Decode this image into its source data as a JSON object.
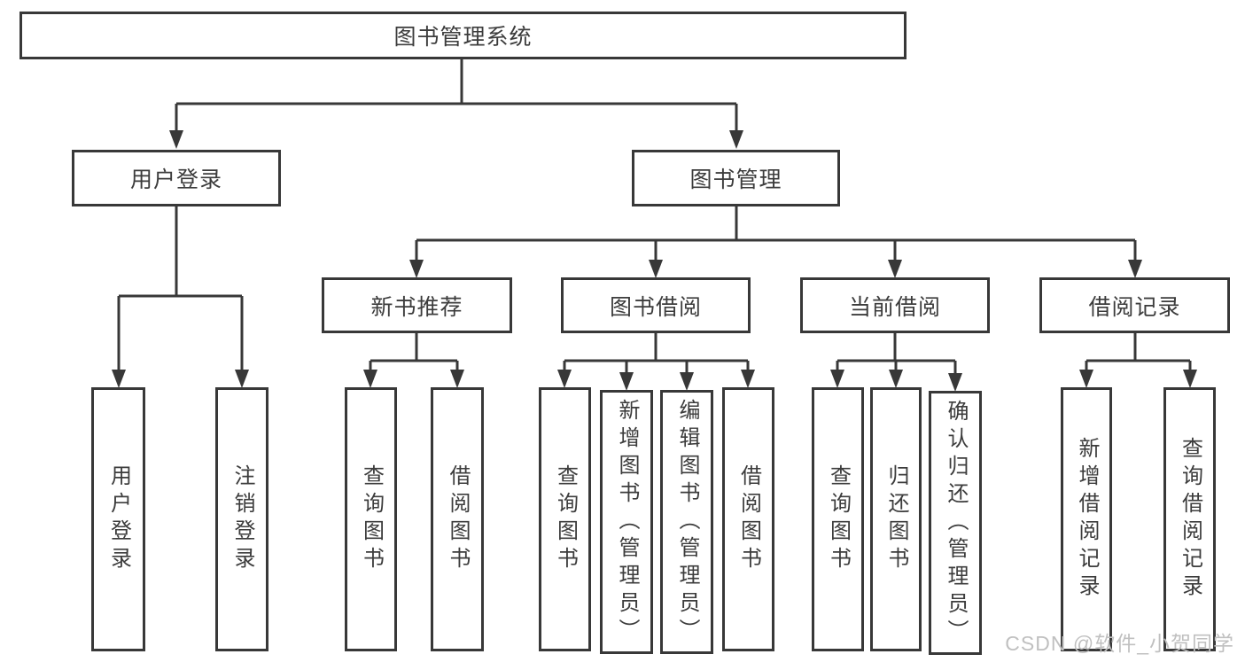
{
  "diagram": {
    "root": {
      "label": "图书管理系统"
    },
    "branches": [
      {
        "label": "用户登录",
        "children": [
          {
            "label": "用户登录"
          },
          {
            "label": "注销登录"
          }
        ]
      },
      {
        "label": "图书管理",
        "children": [
          {
            "label": "新书推荐",
            "children": [
              {
                "label": "查询图书"
              },
              {
                "label": "借阅图书"
              }
            ]
          },
          {
            "label": "图书借阅",
            "children": [
              {
                "label": "查询图书"
              },
              {
                "label": "新增图书（管理员）"
              },
              {
                "label": "编辑图书（管理员）"
              },
              {
                "label": "借阅图书"
              }
            ]
          },
          {
            "label": "当前借阅",
            "children": [
              {
                "label": "查询图书"
              },
              {
                "label": "归还图书"
              },
              {
                "label": "确认归还（管理员）"
              }
            ]
          },
          {
            "label": "借阅记录",
            "children": [
              {
                "label": "新增借阅记录"
              },
              {
                "label": "查询借阅记录"
              }
            ]
          }
        ]
      }
    ]
  },
  "watermark": {
    "text": "CSDN @软件_小贺同学"
  },
  "colors": {
    "line": "#383838",
    "text": "#3c3c3c",
    "watermark": "#c0c0c0",
    "background": "#ffffff"
  }
}
